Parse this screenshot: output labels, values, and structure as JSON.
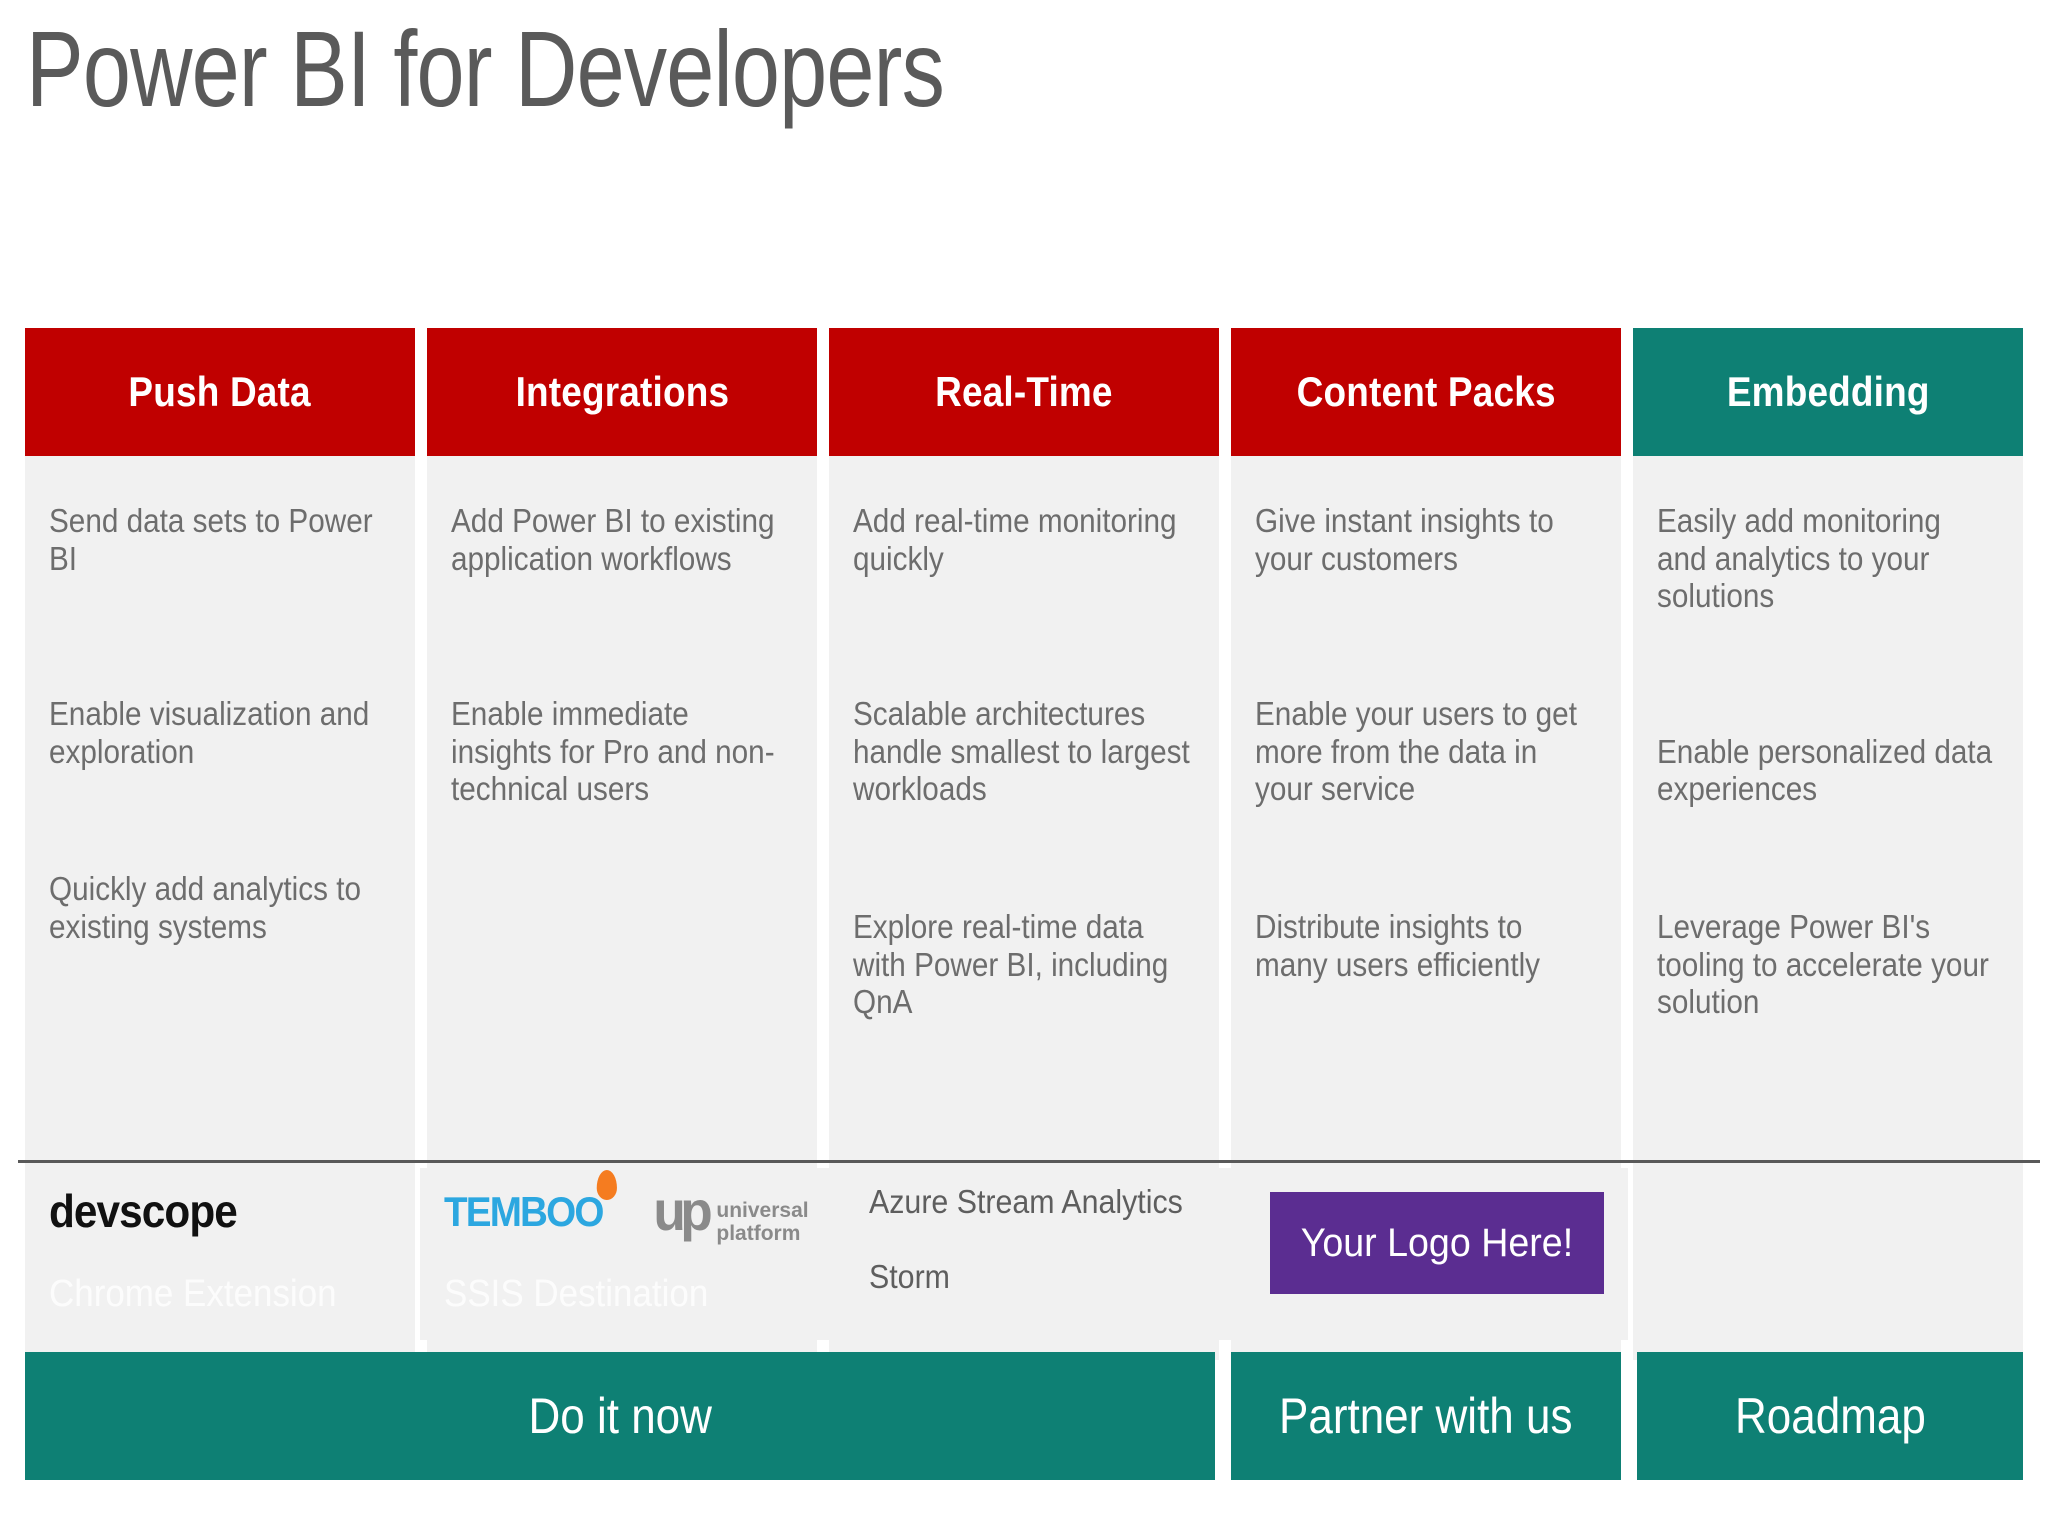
{
  "title": "Power BI for Developers",
  "theme": {
    "red": "#C00000",
    "teal": "#0E8074",
    "purple": "#5B2D91",
    "body_bg": "#F1F1F1",
    "body_text": "#6D6D6D",
    "title_text": "#5A5A5A",
    "rule": "#595959"
  },
  "columns": [
    {
      "id": "push-data",
      "header": "Push Data",
      "header_color": "#C00000",
      "bullets": [
        "Send data sets to Power BI",
        "Enable visualization and exploration",
        "Quickly add analytics to existing systems"
      ],
      "partner": {
        "kind": "devscope",
        "logo_text": "devscope",
        "ghost_caption": "Chrome Extension"
      }
    },
    {
      "id": "integrations",
      "header": "Integrations",
      "header_color": "#C00000",
      "bullets": [
        "Add Power BI to existing application workflows",
        "Enable immediate insights for Pro and non-technical users",
        ""
      ],
      "partner": {
        "kind": "logos",
        "temboo_text": "TEMBOO",
        "up_mark": "up",
        "up_line1": "universal",
        "up_line2": "platform",
        "up_tm": "™",
        "ghost_caption": "SSIS Destination"
      }
    },
    {
      "id": "real-time",
      "header": "Real-Time",
      "header_color": "#C00000",
      "bullets": [
        "Add real-time monitoring quickly",
        "Scalable architectures handle smallest to largest workloads",
        "Explore real-time data with Power BI, including QnA"
      ],
      "partner": {
        "kind": "text",
        "items": [
          "Azure Stream Analytics",
          "Storm"
        ]
      }
    },
    {
      "id": "content-packs",
      "header": "Content Packs",
      "header_color": "#C00000",
      "bullets": [
        "Give instant insights to your customers",
        "Enable your users to get more from the data in your service",
        "Distribute insights to many users efficiently"
      ],
      "partner": {
        "kind": "placeholder",
        "placeholder_label": "Your Logo Here!",
        "placeholder_color": "#5B2D91"
      }
    },
    {
      "id": "embedding",
      "header": "Embedding",
      "header_color": "#0E8074",
      "bullets": [
        "Easily add monitoring and analytics to your solutions",
        "Enable personalized data experiences",
        "Leverage Power BI's tooling to accelerate your solution"
      ],
      "partner": {
        "kind": "empty"
      }
    }
  ],
  "cta": [
    {
      "label": "Do it now",
      "color": "#0E8074"
    },
    {
      "label": "Partner with us",
      "color": "#0E8074"
    },
    {
      "label": "Roadmap",
      "color": "#0E8074"
    }
  ]
}
